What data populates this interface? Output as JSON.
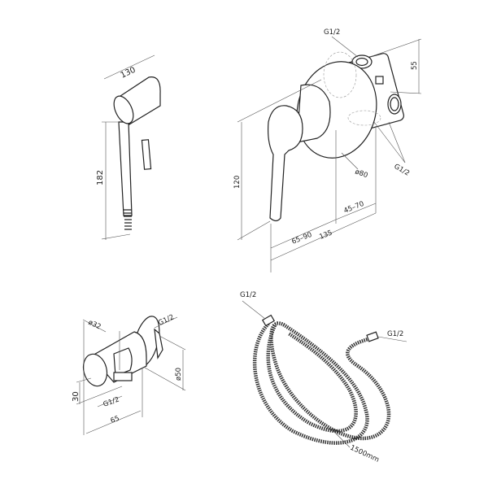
{
  "hand_shower": {
    "width_label": "130",
    "height_label": "182"
  },
  "mixer_valve": {
    "top_thread": "G1/2",
    "side_thread": "G1/2",
    "top_height": "55",
    "flange_diameter": "ø80",
    "height_label": "120",
    "depth_range_1": "65–90",
    "depth_range_2": "45–70",
    "total_depth": "135"
  },
  "wall_elbow": {
    "holder_diameter": "ø32",
    "outlet_thread": "G1/2",
    "flange_diameter": "ø50",
    "height_label": "30",
    "inlet_thread": "G1/2",
    "depth_label": "65"
  },
  "hose": {
    "left_thread": "G1/2",
    "right_thread": "G1/2",
    "length": "1500mm"
  }
}
